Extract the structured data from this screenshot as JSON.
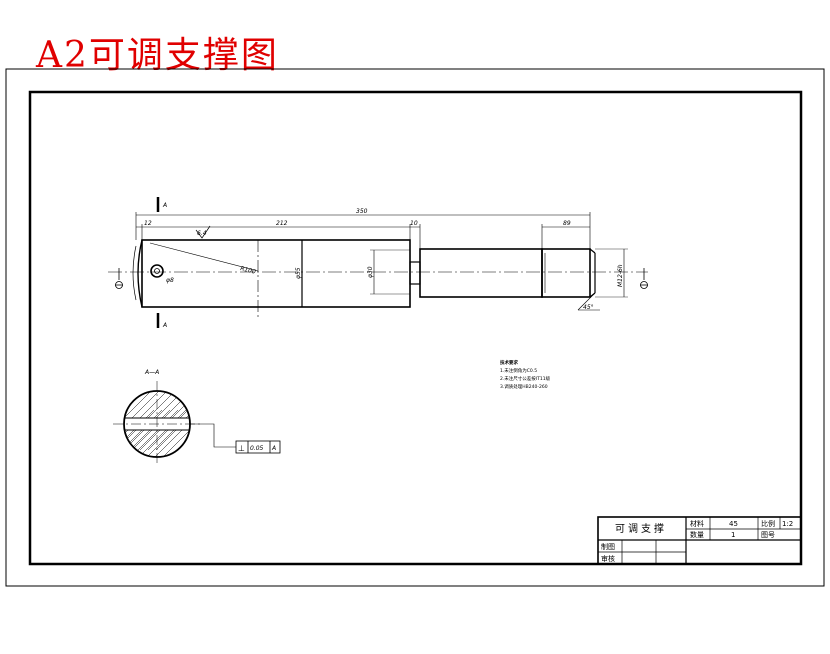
{
  "title": "A2可调支撑图",
  "colors": {
    "title": "#e00000",
    "lines": "#000000",
    "paper": "#ffffff"
  },
  "section_marks": {
    "top": "A",
    "bottom": "A",
    "section_title": "A—A"
  },
  "dimensions": {
    "overall_length": "350",
    "left_length": "212",
    "left_offset": "12",
    "step": "10",
    "thread_length": "89",
    "main_diameter": "φ55",
    "step_diameter": "φ30",
    "radius": "R100",
    "hole": "φ8",
    "roughness": "6.4",
    "thread_spec": "M12-6h",
    "chamfer": "45°"
  },
  "tolerance": {
    "symbol": "⊥",
    "value": "0.05",
    "datum": "A"
  },
  "tech_requirements": {
    "heading": "技术要求",
    "items": [
      "1.未注倒角为C0.5",
      "2.未注尺寸公差按IT11级",
      "3.调质处理HB240-260"
    ]
  },
  "title_block": {
    "part_name": "可调支撑",
    "material_label": "材料",
    "material_value": "45",
    "scale_label": "比例",
    "scale_value": "1:2",
    "quantity_label": "数量",
    "quantity_value": "1",
    "drawing_no_label": "图号",
    "drawn_label": "制图",
    "checked_label": "审核"
  }
}
